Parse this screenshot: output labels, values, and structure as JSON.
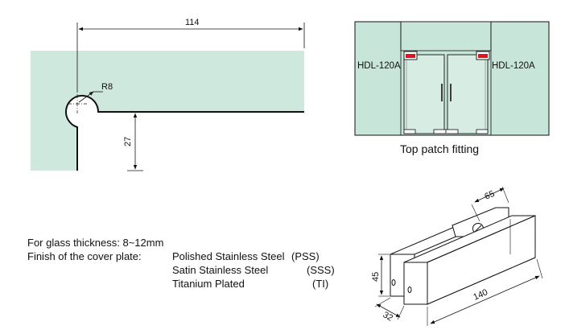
{
  "colors": {
    "glass_fill": "#cfe8dd",
    "glass_panel": "#c7e5d8",
    "accent_red": "#e0141e",
    "line": "#111111",
    "background": "#ffffff"
  },
  "cutout_drawing": {
    "dim_width": "114",
    "dim_radius": "R8",
    "dim_depth": "27"
  },
  "door_drawing": {
    "label_left": "HDL-120A",
    "label_right": "HDL-120A",
    "caption": "Top patch fitting"
  },
  "specs": {
    "thickness_line": "For glass thickness: 8~12mm",
    "finish_label": "Finish of the cover plate:",
    "finishes": [
      {
        "name": "Polished Stainless Steel",
        "code": "(PSS)"
      },
      {
        "name": "Satin Stainless Steel",
        "code": "(SSS)"
      },
      {
        "name": "Titanium Plated",
        "code": "(TI)"
      }
    ]
  },
  "fitting_drawing": {
    "dim_top": "65",
    "dim_height": "45",
    "dim_depth": "32",
    "dim_length": "140"
  }
}
